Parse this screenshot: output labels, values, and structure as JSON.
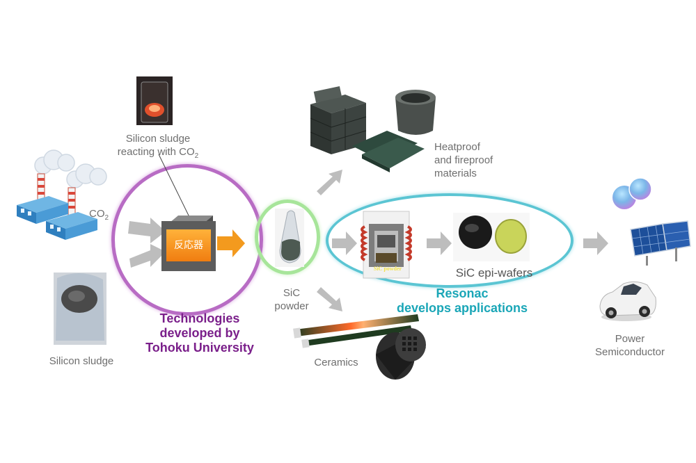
{
  "labels": {
    "sludge_reacting_line1": "Silicon sludge",
    "sludge_reacting_line2": "reacting with CO",
    "sludge_reacting_sub": "2",
    "co2_main": "CO",
    "co2_sub": "2",
    "reactor": "反応器",
    "silicon_sludge": "Silicon sludge",
    "tohoku_line1": "Technologies",
    "tohoku_line2": "developed by",
    "tohoku_line3": "Tohoku University",
    "sic_powder_line1": "SiC",
    "sic_powder_line2": "powder",
    "sic_powder_in_furnace": "SiC powder",
    "heatproof_line1": "Heatproof",
    "heatproof_line2": "and fireproof",
    "heatproof_line3": "materials",
    "sic_epi_wafers": "SiC epi-wafers",
    "resonac_line1": "Resonac",
    "resonac_line2": "develops applications",
    "ceramics": "Ceramics",
    "power_line1": "Power",
    "power_line2": "Semiconductor"
  },
  "colors": {
    "tohoku_purple": "#7a1f8a",
    "resonac_teal": "#1aa6b7",
    "green_ring": "#8fdc7a",
    "arrow_gray": "#bdbdbd",
    "reactor_orange": "#f39a1e"
  }
}
